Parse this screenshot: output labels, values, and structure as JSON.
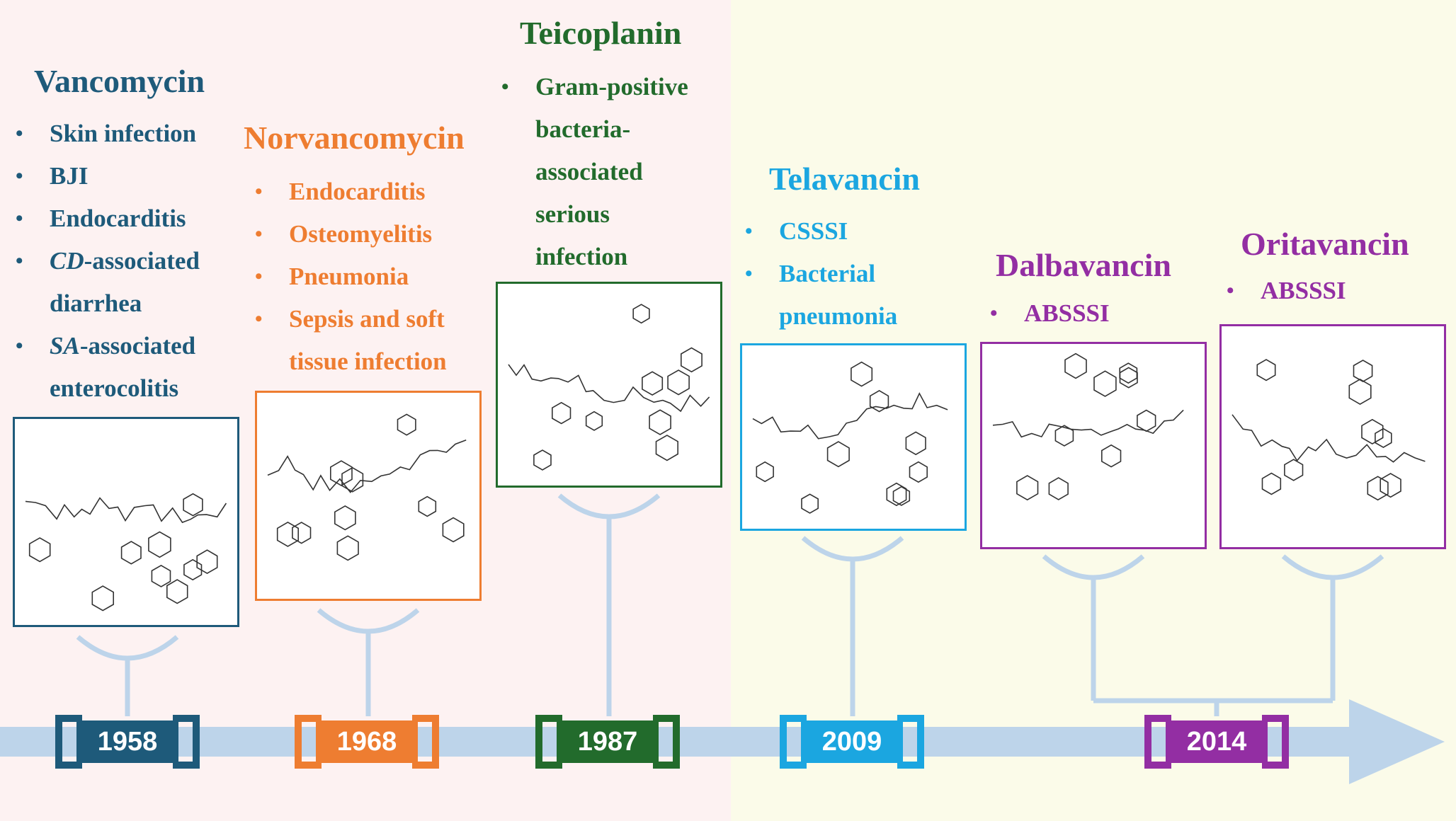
{
  "colors": {
    "vancomycin": "#1e5a7a",
    "norvancomycin": "#ee7d31",
    "teicoplanin": "#226b2c",
    "telavancin": "#1ba6e0",
    "dalbavancin": "#932ea3",
    "oritavancin": "#932ea3",
    "timeline": "#bdd4ea"
  },
  "drugs": [
    {
      "id": "vancomycin",
      "name": "Vancomycin",
      "year": "1958",
      "indications": [
        {
          "text": "Skin infection"
        },
        {
          "text": "BJI"
        },
        {
          "text": "Endocarditis"
        },
        {
          "italic": "CD",
          "text": "-associated"
        },
        {
          "text": "diarrhea",
          "cont": true
        },
        {
          "italic": "SA",
          "text": "-associated"
        },
        {
          "text": "enterocolitis",
          "cont": true
        }
      ]
    },
    {
      "id": "norvancomycin",
      "name": "Norvancomycin",
      "year": "1968",
      "indications": [
        {
          "text": "Endocarditis"
        },
        {
          "text": "Osteomyelitis"
        },
        {
          "text": "Pneumonia"
        },
        {
          "text": "Sepsis and soft"
        },
        {
          "text": "tissue infection",
          "cont": true
        }
      ]
    },
    {
      "id": "teicoplanin",
      "name": "Teicoplanin",
      "year": "1987",
      "indications": [
        {
          "text": "Gram-positive"
        },
        {
          "text": "bacteria-",
          "cont": true
        },
        {
          "text": "associated",
          "cont": true
        },
        {
          "text": "serious",
          "cont": true
        },
        {
          "text": "infection",
          "cont": true
        }
      ]
    },
    {
      "id": "telavancin",
      "name": "Telavancin",
      "year": "2009",
      "indications": [
        {
          "text": "CSSSI"
        },
        {
          "text": "Bacterial"
        },
        {
          "text": "pneumonia",
          "cont": true
        }
      ]
    },
    {
      "id": "dalbavancin",
      "name": "Dalbavancin",
      "year": "2014",
      "indications": [
        {
          "text": "ABSSSI"
        }
      ]
    },
    {
      "id": "oritavancin",
      "name": "Oritavancin",
      "year": "2014",
      "indications": [
        {
          "text": "ABSSSI"
        }
      ]
    }
  ]
}
